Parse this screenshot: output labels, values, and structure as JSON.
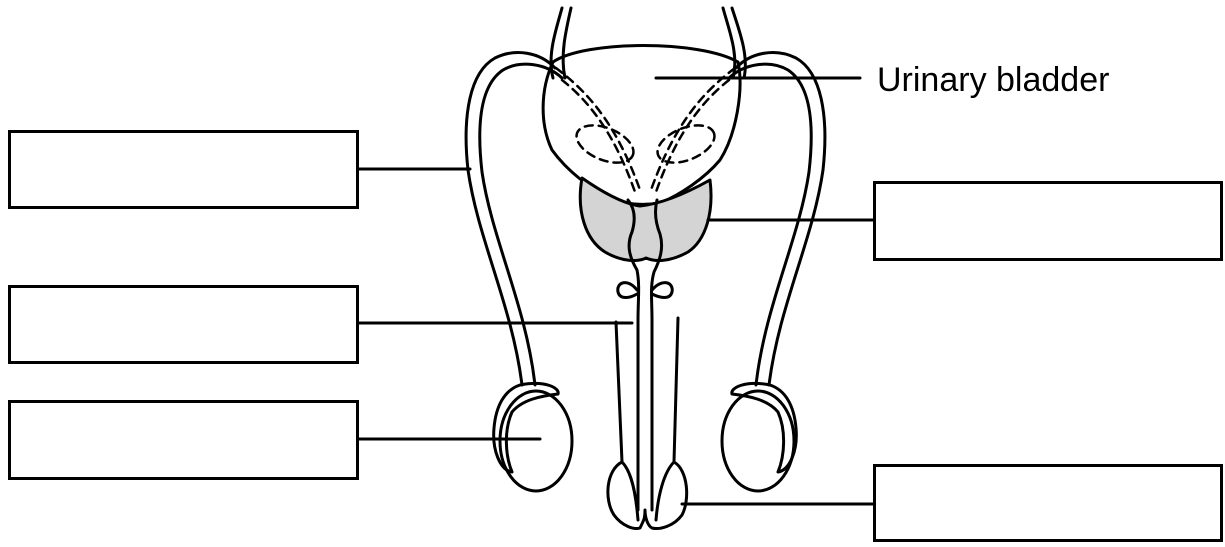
{
  "diagram": {
    "labels": {
      "urinary_bladder": "Urinary bladder"
    },
    "answer_boxes": [
      {
        "id": "vas-deferens",
        "text": ""
      },
      {
        "id": "urethra",
        "text": ""
      },
      {
        "id": "testis",
        "text": ""
      },
      {
        "id": "prostate-gland",
        "text": ""
      },
      {
        "id": "penis",
        "text": ""
      }
    ],
    "colors": {
      "line": "#000000",
      "background": "#ffffff",
      "prostate_fill": "#d4d4d4"
    }
  }
}
